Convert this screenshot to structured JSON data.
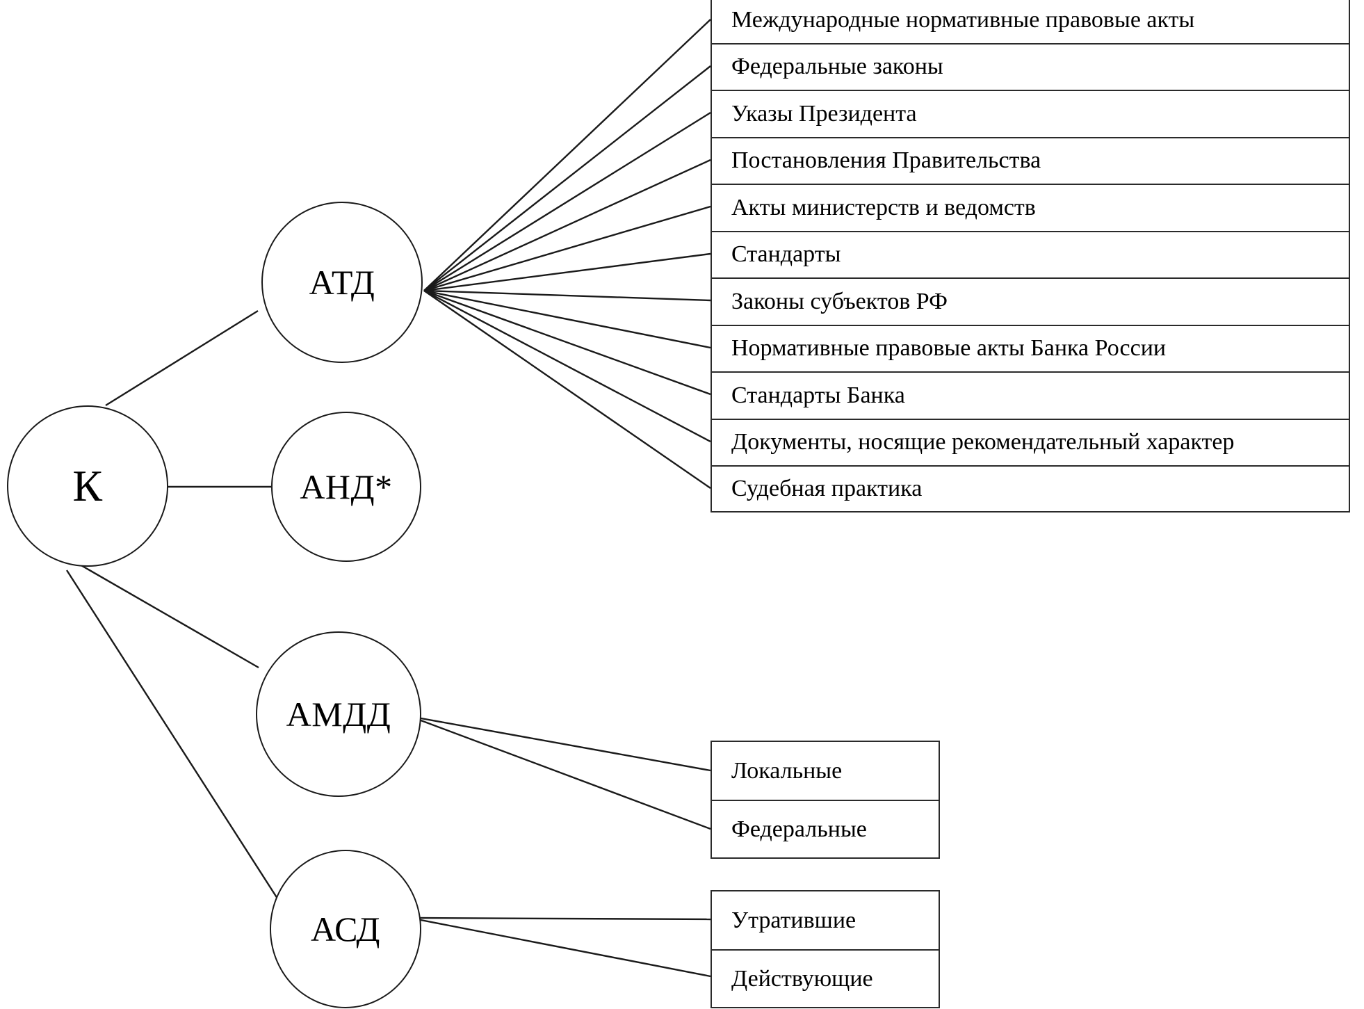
{
  "diagram": {
    "type": "hierarchy-tree",
    "nodes": {
      "root": {
        "label": "К",
        "shape": "circle"
      },
      "atd": {
        "label": "АТД",
        "shape": "circle"
      },
      "and": {
        "label": "АНД*",
        "shape": "circle"
      },
      "amdd": {
        "label": "АМДД",
        "shape": "circle"
      },
      "asd": {
        "label": "АСД",
        "shape": "circle"
      }
    },
    "atd_items": [
      "Международные нормативные правовые акты",
      "Федеральные законы",
      "Указы Президента",
      "Постановления Правительства",
      "Акты министерств и ведомств",
      "Стандарты",
      "Законы субъектов РФ",
      "Нормативные правовые акты Банка России",
      "Стандарты Банка",
      "Документы, носящие рекомендательный характер",
      "Судебная практика"
    ],
    "amdd_items": [
      "Локальные",
      "Федеральные"
    ],
    "asd_items": [
      "Утратившие",
      "Действующие"
    ],
    "colors": {
      "stroke": "#1a1a1a",
      "box_border": "#2a2a2a",
      "background": "#ffffff",
      "text": "#000000"
    }
  }
}
